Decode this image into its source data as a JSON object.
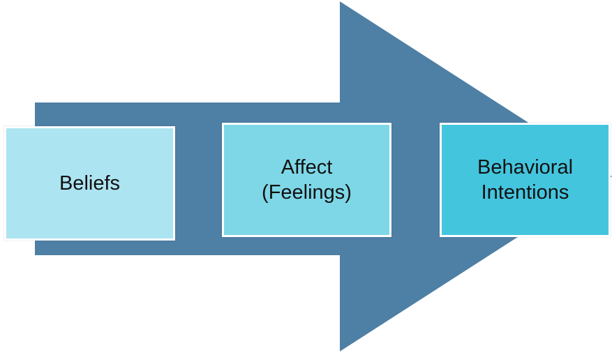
{
  "diagram": {
    "title": "attitude-components-arrow-diagram",
    "boxes": [
      {
        "id": "beliefs",
        "label": "Beliefs"
      },
      {
        "id": "affect",
        "label": "Affect\n(Feelings)"
      },
      {
        "id": "behavioral-intentions",
        "label": "Behavioral\nIntentions"
      }
    ],
    "colors": {
      "arrow": "#4e7fa5",
      "box_beliefs": "#ade4f1",
      "box_affect": "#7ed7e7",
      "box_behavioral": "#44c5de",
      "box_border": "#ffffff",
      "text": "#111111",
      "background": "#ffffff"
    }
  }
}
